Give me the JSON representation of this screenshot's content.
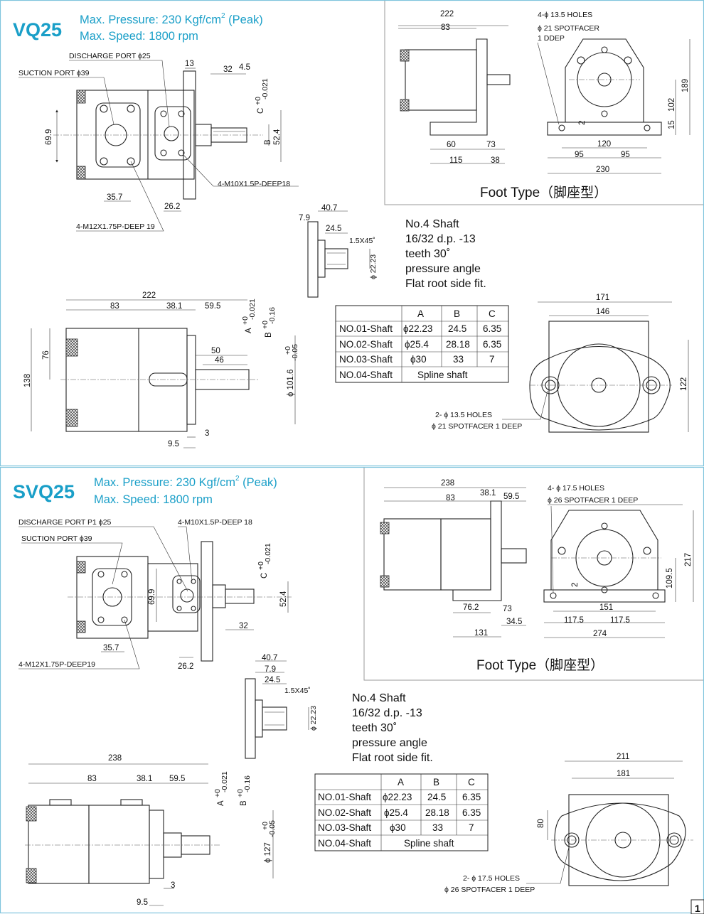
{
  "vq25": {
    "title": "VQ25",
    "pressure": "Max. Pressure: 230 Kgf/cm",
    "pressure_sup": "2",
    "pressure_suffix": " (Peak)",
    "speed": "Max.  Speed: 1800 rpm",
    "labels": {
      "discharge": "DISCHARGE PORT ϕ25",
      "suction": "SUCTION PORT ϕ39",
      "m10": "4-M10X1.5P-DEEP18",
      "m12": "4-M12X1.75P-DEEP 19",
      "c_tol": "C",
      "b_tol": "B",
      "a_tol": "A",
      "tol1": "+0",
      "tol1b": "-0.021",
      "tol2b": "-0.16",
      "pilot": "ϕ 101.6",
      "pilot_tol_a": "+0",
      "pilot_tol_b": "-0.05",
      "holes": "2- ϕ 13.5 HOLES",
      "spotfacer": "ϕ 21 SPOTFACER 1 DEEP"
    },
    "dims": {
      "d13": "13",
      "d32": "32",
      "d45": "4.5",
      "d699": "69.9",
      "d524": "52.4",
      "d357": "35.7",
      "d262": "26.2",
      "s407": "40.7",
      "s79": "7.9",
      "s245": "24.5",
      "s15x45": "1.5X45˚",
      "s2223": "ϕ 22.23",
      "f222": "222",
      "f83": "83",
      "f381": "38.1",
      "f595": "59.5",
      "f76": "76",
      "f138": "138",
      "f50": "50",
      "f46": "46",
      "f95": "9.5",
      "f3": "3",
      "e171": "171",
      "e146": "146",
      "e122": "122"
    },
    "foot": {
      "type_label": "Foot Type（脚座型）",
      "holes": "4-ϕ 13.5 HOLES",
      "spot": "ϕ 21 SPOTFACER",
      "deep": "1 DDEP",
      "d222": "222",
      "d83": "83",
      "d60": "60",
      "d73": "73",
      "d115": "115",
      "d38": "38",
      "d2": "2",
      "d120": "120",
      "d95a": "95",
      "d95b": "95",
      "d230": "230",
      "d189": "189",
      "d102": "102",
      "d15": "15"
    },
    "shaft_note": [
      "No.4 Shaft",
      "16/32 d.p. -13",
      "teeth      30˚",
      "pressure angle",
      "Flat root side fit."
    ],
    "table": {
      "headers": [
        "",
        "A",
        "B",
        "C"
      ],
      "rows": [
        [
          "NO.01-Shaft",
          "ϕ22.23",
          "24.5",
          "6.35"
        ],
        [
          "NO.02-Shaft",
          "ϕ25.4",
          "28.18",
          "6.35"
        ],
        [
          "NO.03-Shaft",
          "ϕ30",
          "33",
          "7"
        ],
        [
          "NO.04-Shaft",
          "Spline shaft",
          "",
          ""
        ]
      ]
    }
  },
  "svq25": {
    "title": "SVQ25",
    "pressure": "Max. Pressure: 230 Kgf/cm",
    "pressure_sup": "2",
    "pressure_suffix": " (Peak)",
    "speed": "Max.  Speed: 1800 rpm",
    "labels": {
      "discharge": "DISCHARGE PORT P1 ϕ25",
      "suction": "SUCTION PORT ϕ39",
      "m10": "4-M10X1.5P-DEEP 18",
      "m12": "4-M12X1.75P-DEEP19",
      "c_tol": "C",
      "b_tol": "B",
      "a_tol": "A",
      "tol1": "+0",
      "tol1b": "-0.021",
      "tol2b": "-0.16",
      "pilot": "ϕ 127",
      "pilot_tol_a": "+0",
      "pilot_tol_b": "-0.05",
      "holes": "2- ϕ 17.5 HOLES",
      "spotfacer": "ϕ 26 SPOTFACER 1 DEEP"
    },
    "dims": {
      "d699": "69.9",
      "d524": "52.4",
      "d32": "32",
      "d357": "35.7",
      "d262": "26.2",
      "s407": "40.7",
      "s79": "7.9",
      "s245": "24.5",
      "s15x45": "1.5X45˚",
      "s2223": "ϕ 22.23",
      "f238": "238",
      "f83": "83",
      "f381": "38.1",
      "f595": "59.5",
      "f95": "9.5",
      "f3": "3",
      "e211": "211",
      "e181": "181",
      "e80": "80"
    },
    "foot": {
      "type_label": "Foot Type（脚座型）",
      "holes": "4- ϕ 17.5 HOLES",
      "spot": "ϕ 26 SPOTFACER 1 DEEP",
      "d238": "238",
      "d83": "83",
      "d381": "38.1",
      "d595": "59.5",
      "d762": "76.2",
      "d73": "73",
      "d345": "34.5",
      "d131": "131",
      "d2": "2",
      "d151": "151",
      "d1175a": "117.5",
      "d1175b": "117.5",
      "d274": "274",
      "d1095": "109.5",
      "d217": "217"
    },
    "shaft_note": [
      "No.4 Shaft",
      "16/32 d.p. -13",
      "teeth      30˚",
      "pressure angle",
      "Flat root side fit."
    ],
    "table": {
      "headers": [
        "",
        "A",
        "B",
        "C"
      ],
      "rows": [
        [
          "NO.01-Shaft",
          "ϕ22.23",
          "24.5",
          "6.35"
        ],
        [
          "NO.02-Shaft",
          "ϕ25.4",
          "28.18",
          "6.35"
        ],
        [
          "NO.03-Shaft",
          "ϕ30",
          "33",
          "7"
        ],
        [
          "NO.04-Shaft",
          "Spline shaft",
          "",
          ""
        ]
      ]
    }
  },
  "page_number": "1",
  "colors": {
    "accent": "#1a9fc8",
    "frame": "#7fc4dc"
  }
}
